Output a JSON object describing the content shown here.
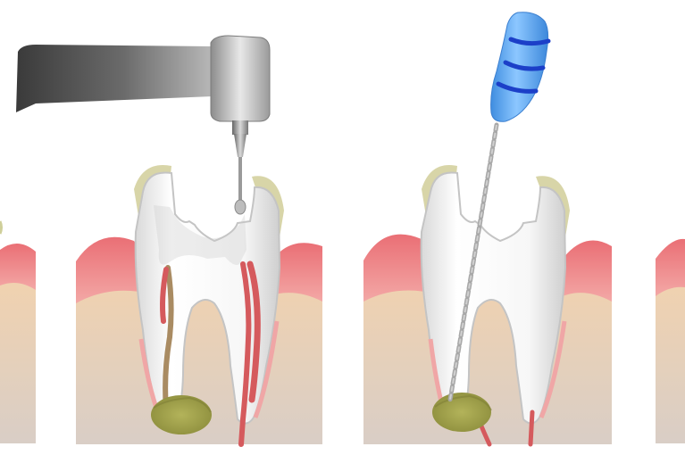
{
  "illustration": {
    "panels": [
      {
        "name": "drilling-step",
        "tool": "dental-drill"
      },
      {
        "name": "cleaning-step",
        "tool": "endodontic-file"
      }
    ],
    "icons": [
      "dental-drill-icon",
      "endodontic-file-icon",
      "tooth-icon",
      "gum-icon"
    ],
    "colors": {
      "gum": "#ec7f83",
      "gum_light": "#f4b2b0",
      "bone_top": "#f2d2ae",
      "bone_bottom": "#dbcdc1",
      "tooth": "#f3f3f3",
      "tooth_shadow": "#c9c9c9",
      "enamel_stain": "#d5d3a6",
      "nerve": "#d55a5d",
      "infection": "#9ea04c",
      "drill_dark": "#3e3e3e",
      "drill_light": "#d8d8d8",
      "file_handle": "#5aa7f0",
      "file_band": "#1c3fc8",
      "file_shaft": "#b9b9b9"
    }
  }
}
